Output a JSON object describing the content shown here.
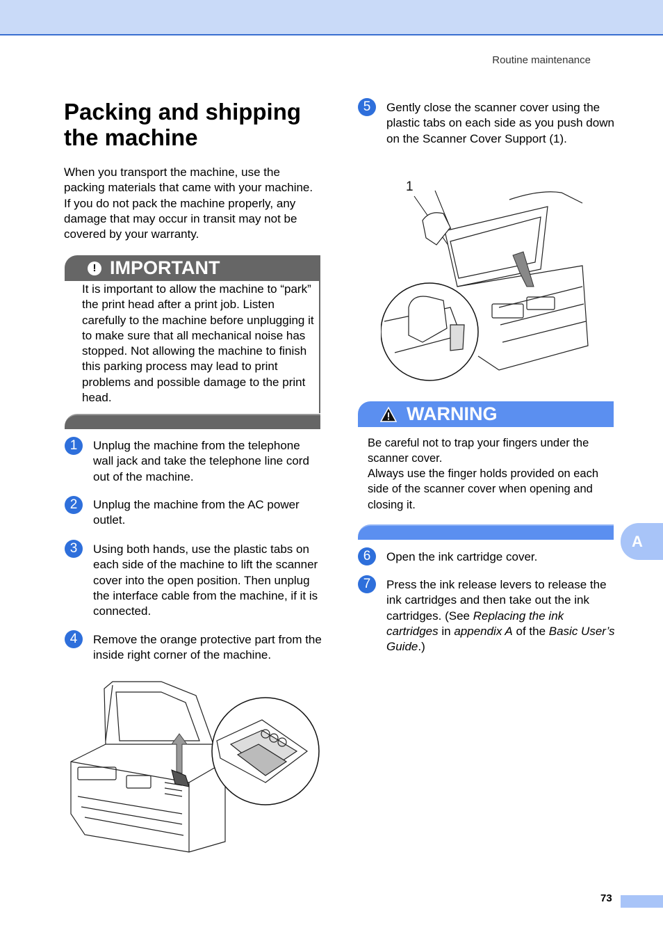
{
  "header": {
    "running_head": "Routine maintenance"
  },
  "title": "Packing and shipping the machine",
  "intro": "When you transport the machine, use the packing materials that came with your machine. If you do not pack the machine properly, any damage that may occur in transit may not be covered by your warranty.",
  "important": {
    "icon": "exclamation-icon",
    "label": "IMPORTANT",
    "text": "It is important to allow the machine to “park” the print head after a print job. Listen carefully to the machine before unplugging it to make sure that all mechanical noise has stopped. Not allowing the machine to finish this parking process may lead to print problems and possible damage to the print head."
  },
  "steps": [
    {
      "num": "1",
      "text": "Unplug the machine from the telephone wall jack and take the telephone line cord out of the machine."
    },
    {
      "num": "2",
      "text": "Unplug the machine from the AC power outlet."
    },
    {
      "num": "3",
      "text": "Using both hands, use the plastic tabs on each side of the machine to lift the scanner cover into the open position. Then unplug the interface cable from the machine, if it is connected."
    },
    {
      "num": "4",
      "text": "Remove the orange protective part from the inside right corner of the machine."
    },
    {
      "num": "5",
      "text": "Gently close the scanner cover using the plastic tabs on each side as you push down on the Scanner Cover Support (1)."
    },
    {
      "num": "6",
      "text": "Open the ink cartridge cover."
    },
    {
      "num": "7",
      "text_start": "Press the ink release levers to release the ink cartridges and then take out the ink cartridges. (See ",
      "ref1": "Replacing the ink cartridges",
      "mid1": " in ",
      "ref2": "appendix A",
      "mid2": " of the ",
      "ref3": "Basic User’s Guide",
      "text_end": ".)"
    }
  ],
  "figure_callout": "1",
  "warning": {
    "icon": "warning-triangle-icon",
    "label": "WARNING",
    "line1": "Be careful not to trap your fingers under the scanner cover.",
    "line2": "Always use the finger holds provided on each side of the scanner cover when opening and closing it."
  },
  "side_tab": "A",
  "page_number": "73",
  "colors": {
    "accent_blue": "#2e6fdb",
    "header_bg": "#c9daf8",
    "important_gray": "#666666",
    "warning_blue": "#5b8ff0"
  }
}
